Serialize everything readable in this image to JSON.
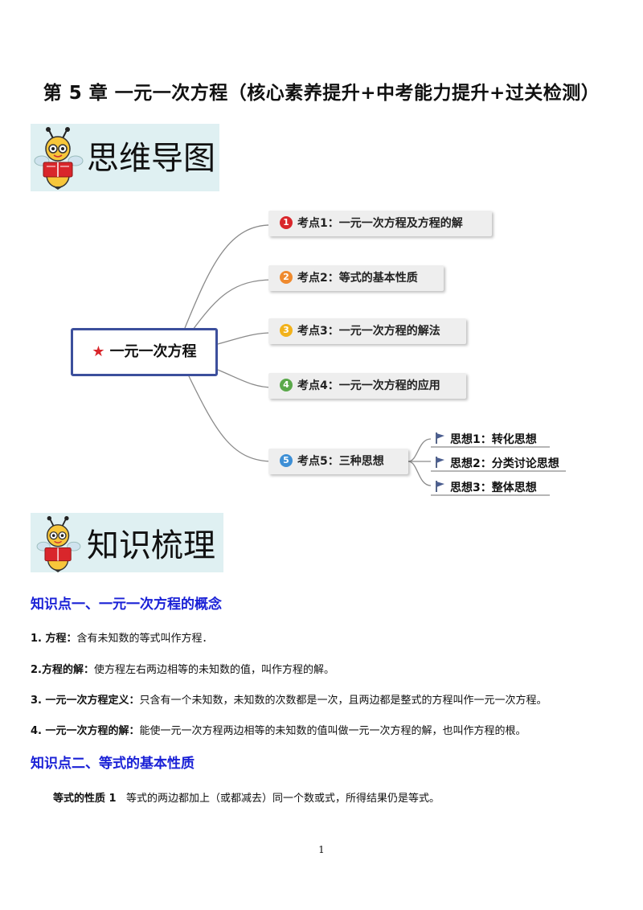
{
  "title": "第 5 章  一元一次方程（核心素养提升+中考能力提升+过关检测）",
  "banner1": {
    "label": "思维导图"
  },
  "banner2": {
    "label": "知识梳理"
  },
  "mindmap": {
    "root": "一元一次方程",
    "nodes": [
      {
        "num": "1",
        "color": "#d9262b",
        "label": "考点1：一元一次方程及方程的解"
      },
      {
        "num": "2",
        "color": "#ef8a2e",
        "label": "考点2：等式的基本性质"
      },
      {
        "num": "3",
        "color": "#f2b21b",
        "label": "考点3：一元一次方程的解法"
      },
      {
        "num": "4",
        "color": "#5aa84a",
        "label": "考点4：一元一次方程的应用"
      },
      {
        "num": "5",
        "color": "#3d8fd6",
        "label": "考点5：三种思想"
      }
    ],
    "subnodes": [
      {
        "label": "思想1：转化思想"
      },
      {
        "label": "思想2：分类讨论思想"
      },
      {
        "label": "思想3：整体思想"
      }
    ]
  },
  "section1": {
    "heading": "知识点一、一元一次方程的概念",
    "items": [
      {
        "term": "1. 方程：",
        "text": "含有未知数的等式叫作方程．"
      },
      {
        "term": "2.方程的解：",
        "text": "使方程左右两边相等的未知数的值，叫作方程的解。"
      },
      {
        "term": "3. 一元一次方程定义：",
        "text": "只含有一个未知数，未知数的次数都是一次，且两边都是整式的方程叫作一元一次方程。"
      },
      {
        "term": "4. 一元一次方程的解：",
        "text": "能使一元一次方程两边相等的未知数的值叫做一元一次方程的解，也叫作方程的根。"
      }
    ]
  },
  "section2": {
    "heading": "知识点二、等式的基本性质",
    "items": [
      {
        "term": "等式的性质 1",
        "text": "等式的两边都加上（或都减去）同一个数或式，所得结果仍是等式。"
      }
    ]
  },
  "page_number": "1"
}
